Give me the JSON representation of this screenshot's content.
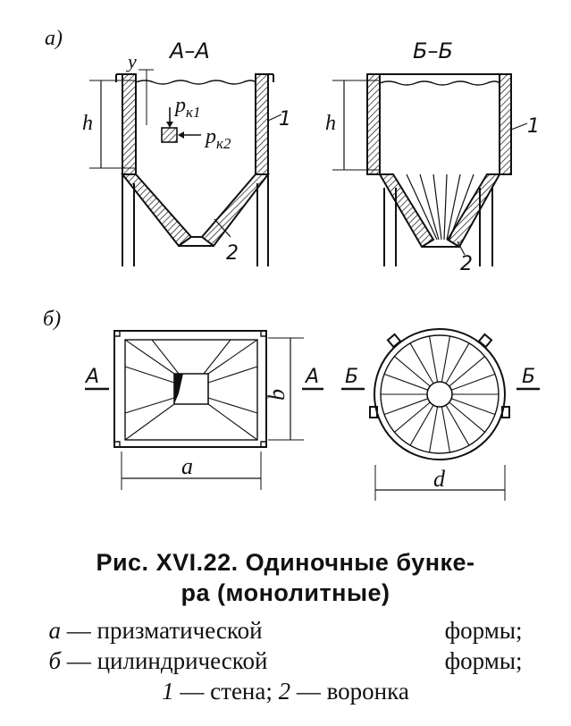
{
  "figure": {
    "panel_a_label": "а)",
    "panel_b_label": "б)",
    "section_aa": "А–А",
    "section_bb": "Б–Б",
    "dim_h": "h",
    "dim_y": "y",
    "pk1": "p",
    "pk1_sub": "к1",
    "pk2": "p",
    "pk2_sub": "к2",
    "callout_1": "1",
    "callout_2": "2",
    "cut_a": "А",
    "cut_b": "Б",
    "dim_a": "a",
    "dim_b": "b",
    "dim_d": "d"
  },
  "caption": {
    "title_line1": "Рис. XVI.22. Одиночные бунке-",
    "title_line2": "ра (монолитные)",
    "line_a_letter": "а",
    "line_a_text": "— призматической",
    "line_a_end": "формы;",
    "line_b_letter": "б",
    "line_b_text": "— цилиндрической",
    "line_b_end": "формы;",
    "line_3_n1": "1",
    "line_3_t1": "— стена;",
    "line_3_n2": "2",
    "line_3_t2": "— воронка"
  }
}
